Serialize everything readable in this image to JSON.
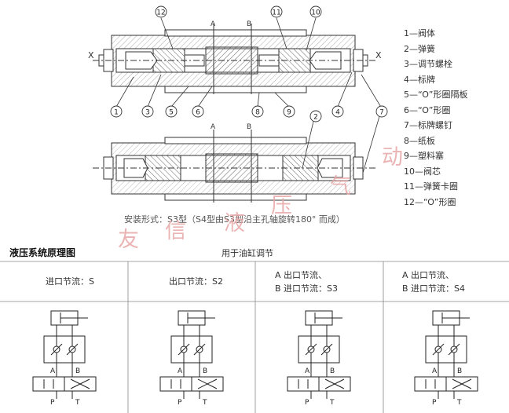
{
  "callouts": {
    "left_top": [
      "12"
    ],
    "mid_top": [
      "11",
      "10"
    ],
    "x_left": "X",
    "x_right": "X",
    "a_top": "A",
    "b_top": "B",
    "a_mid": "A",
    "b_mid": "B",
    "bottom_row": [
      "1",
      "3",
      "5",
      "6",
      "8",
      "9",
      "2",
      "4",
      "7"
    ]
  },
  "legend": [
    "1—阀体",
    "2—弹簧",
    "3—调节螺栓",
    "4—标牌",
    "5—“O”形圈隔板",
    "6—“O”形圈",
    "7—标牌螺钉",
    "8—纸板",
    "9—塑料塞",
    "10—阀芯",
    "11—弹簧卡圈",
    "12—“O”形圈"
  ],
  "caption": "安装形式：S3型（S4型由S3型沿主孔轴旋转180° 而成）",
  "section_title": "液压系统原理图",
  "purpose": "用于油缸调节",
  "modes": [
    {
      "lines": [
        "进口节流：S"
      ]
    },
    {
      "lines": [
        "出口节流：S2"
      ]
    },
    {
      "lines": [
        "A 出口节流、",
        "B 进口节流：S3"
      ]
    },
    {
      "lines": [
        "A 出口节流、",
        "B 进口节流：S4"
      ]
    }
  ],
  "port_labels": {
    "a": "A",
    "b": "B",
    "p": "P",
    "t": "T"
  },
  "watermark": [
    "友",
    "信",
    "液",
    "压",
    "气",
    "动"
  ],
  "colors": {
    "line": "#333333",
    "hatch": "#666666",
    "watermark": "#e8a8a8"
  }
}
